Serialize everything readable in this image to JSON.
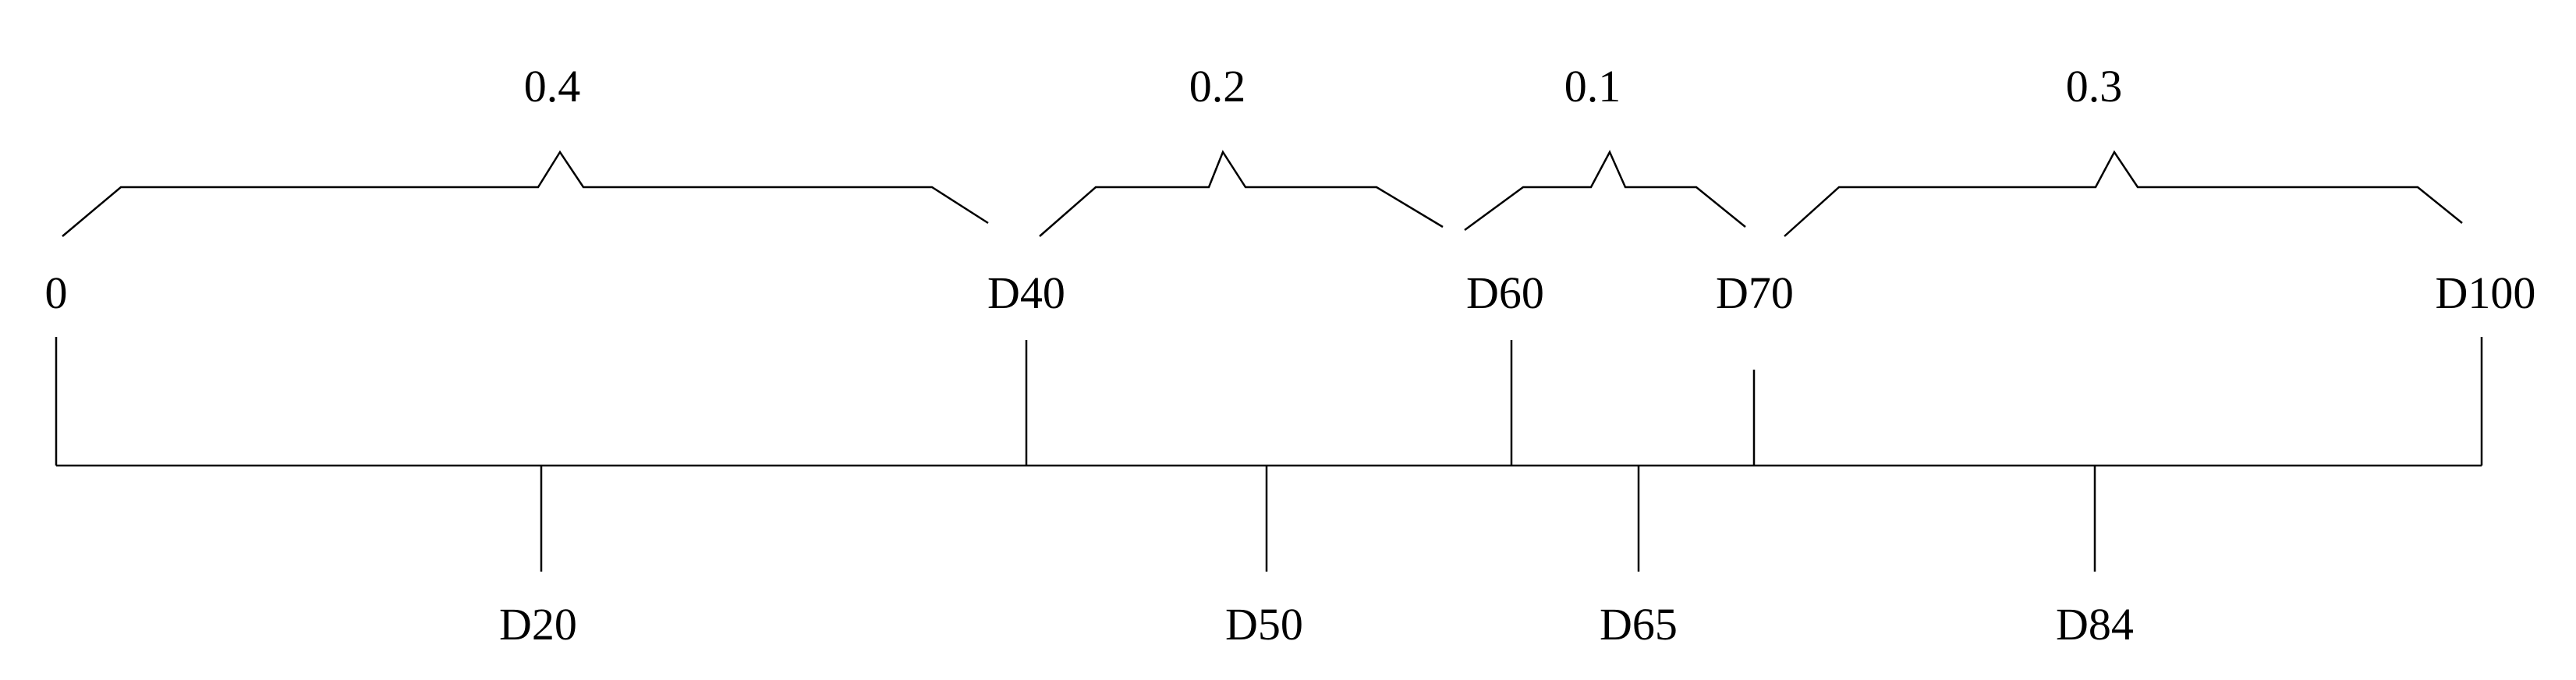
{
  "markers_top": [
    {
      "id": "zero",
      "label": "0"
    },
    {
      "id": "d40",
      "label": "D40"
    },
    {
      "id": "d60",
      "label": "D60"
    },
    {
      "id": "d70",
      "label": "D70"
    },
    {
      "id": "d100",
      "label": "D100"
    }
  ],
  "markers_bottom": [
    {
      "id": "d20",
      "label": "D20"
    },
    {
      "id": "d50",
      "label": "D50"
    },
    {
      "id": "d65",
      "label": "D65"
    },
    {
      "id": "d84",
      "label": "D84"
    }
  ],
  "intervals": [
    {
      "id": "0-d40",
      "label": "0.4"
    },
    {
      "id": "d40-d60",
      "label": "0.2"
    },
    {
      "id": "d60-d70",
      "label": "0.1"
    },
    {
      "id": "d70-d100",
      "label": "0.3"
    }
  ]
}
